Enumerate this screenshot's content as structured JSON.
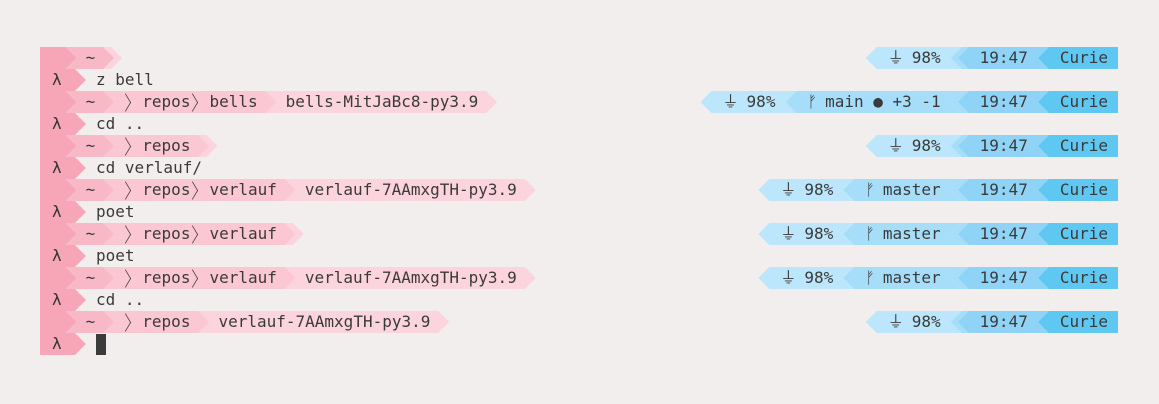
{
  "prompt_symbol": "λ",
  "home": "~",
  "icons": {
    "battery": "⏚",
    "git": "ᚠ"
  },
  "status_right": {
    "battery": "98%",
    "time": "19:47",
    "host": "Curie"
  },
  "rows": [
    {
      "type": "prompt",
      "path": [],
      "venv": "",
      "git": null
    },
    {
      "type": "cmd",
      "text": "z bell"
    },
    {
      "type": "prompt",
      "path": [
        "repos",
        "bells"
      ],
      "venv": "bells-MitJaBc8-py3.9",
      "git": "main ● +3 -1"
    },
    {
      "type": "cmd",
      "text": "cd .."
    },
    {
      "type": "prompt",
      "path": [
        "repos"
      ],
      "venv": "",
      "git": null
    },
    {
      "type": "cmd",
      "text": "cd verlauf/"
    },
    {
      "type": "prompt",
      "path": [
        "repos",
        "verlauf"
      ],
      "venv": "verlauf-7AAmxgTH-py3.9",
      "git": "master"
    },
    {
      "type": "cmd",
      "text": "poet"
    },
    {
      "type": "prompt",
      "path": [
        "repos",
        "verlauf"
      ],
      "venv": "",
      "git": "master"
    },
    {
      "type": "cmd",
      "text": "poet"
    },
    {
      "type": "prompt",
      "path": [
        "repos",
        "verlauf"
      ],
      "venv": "verlauf-7AAmxgTH-py3.9",
      "git": "master"
    },
    {
      "type": "cmd",
      "text": "cd .."
    },
    {
      "type": "prompt",
      "path": [
        "repos"
      ],
      "venv": "verlauf-7AAmxgTH-py3.9",
      "git": null
    },
    {
      "type": "cmd",
      "text": "",
      "cursor": true
    }
  ]
}
